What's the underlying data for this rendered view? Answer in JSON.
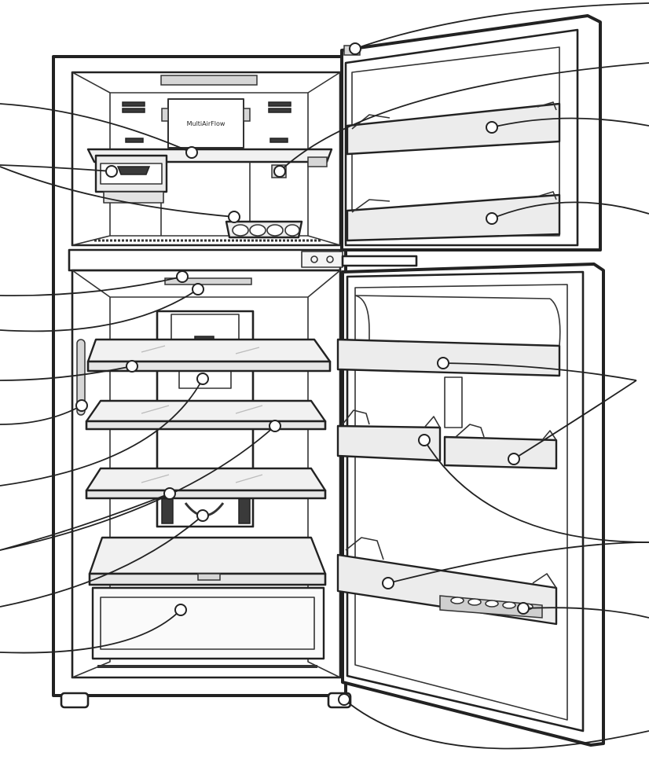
{
  "filter_label": "MultiAirFlow",
  "callouts": [
    {
      "id": "freezer-door-hinge",
      "side": "right"
    },
    {
      "id": "freezer-door-upper-bin",
      "side": "right"
    },
    {
      "id": "freezer-door-lower-bin",
      "side": "right"
    },
    {
      "id": "freezer-shelf",
      "side": "left"
    },
    {
      "id": "ice-maker",
      "side": "left"
    },
    {
      "id": "ice-tray",
      "side": "left"
    },
    {
      "id": "freezer-lamp",
      "side": "right"
    },
    {
      "id": "refrigerator-lamp",
      "side": "left"
    },
    {
      "id": "refrigerator-air-duct",
      "side": "left"
    },
    {
      "id": "upper-glass-shelf",
      "side": "left"
    },
    {
      "id": "side-light",
      "side": "left"
    },
    {
      "id": "multi-air-flow-duct",
      "side": "left"
    },
    {
      "id": "middle-glass-shelf",
      "side": "left"
    },
    {
      "id": "lower-glass-shelf",
      "side": "left"
    },
    {
      "id": "crisper-cover",
      "side": "left"
    },
    {
      "id": "vegetable-drawer",
      "side": "left"
    },
    {
      "id": "dairy-bin",
      "side": "right"
    },
    {
      "id": "small-door-bins",
      "side": "right"
    },
    {
      "id": "bottom-door-bin",
      "side": "right"
    },
    {
      "id": "egg-tray",
      "side": "right"
    },
    {
      "id": "leveling-foot",
      "side": "right"
    }
  ]
}
